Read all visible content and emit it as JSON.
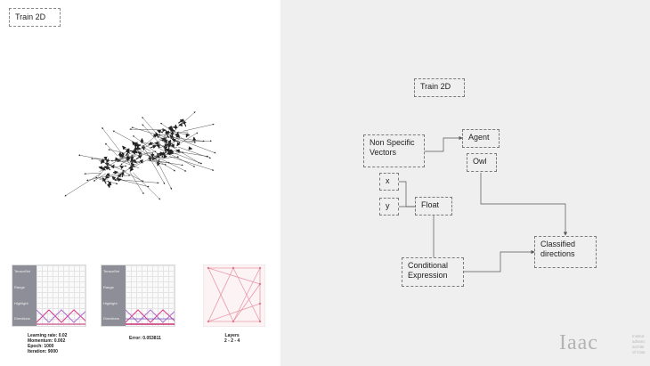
{
  "left_title": "Train 2D",
  "right_title": "Train 2D",
  "panels": {
    "panel1_labels": [
      "TensorSet",
      "Range",
      "Highlight",
      "Directions"
    ],
    "panel2_labels": [
      "TensorSet",
      "Range",
      "Highlight",
      "Directions"
    ],
    "caption1": [
      "Learning rate: 0.02",
      "Momentum: 0.002",
      "Epoch: 1000",
      "Iteration: 9000"
    ],
    "caption2": "Error: 0.053811",
    "caption3": [
      "Layers",
      "2 - 2 - 4"
    ]
  },
  "diagram": {
    "nodes": {
      "non_specific_vectors": "Non Specific\nVectors",
      "agent": "Agent",
      "owl": "Owl",
      "x": "x",
      "y": "y",
      "float": "Float",
      "conditional_expression": "Conditional\nExpression",
      "classified_directions": "Classified\ndirections"
    }
  },
  "logo": {
    "text": "Iaac",
    "sub": [
      "Institut",
      "advanc",
      "archite",
      "of Cata"
    ]
  },
  "colors": {
    "panel_bg": "#8e8e98",
    "network_line": "#e04090",
    "connector": "#555555"
  }
}
